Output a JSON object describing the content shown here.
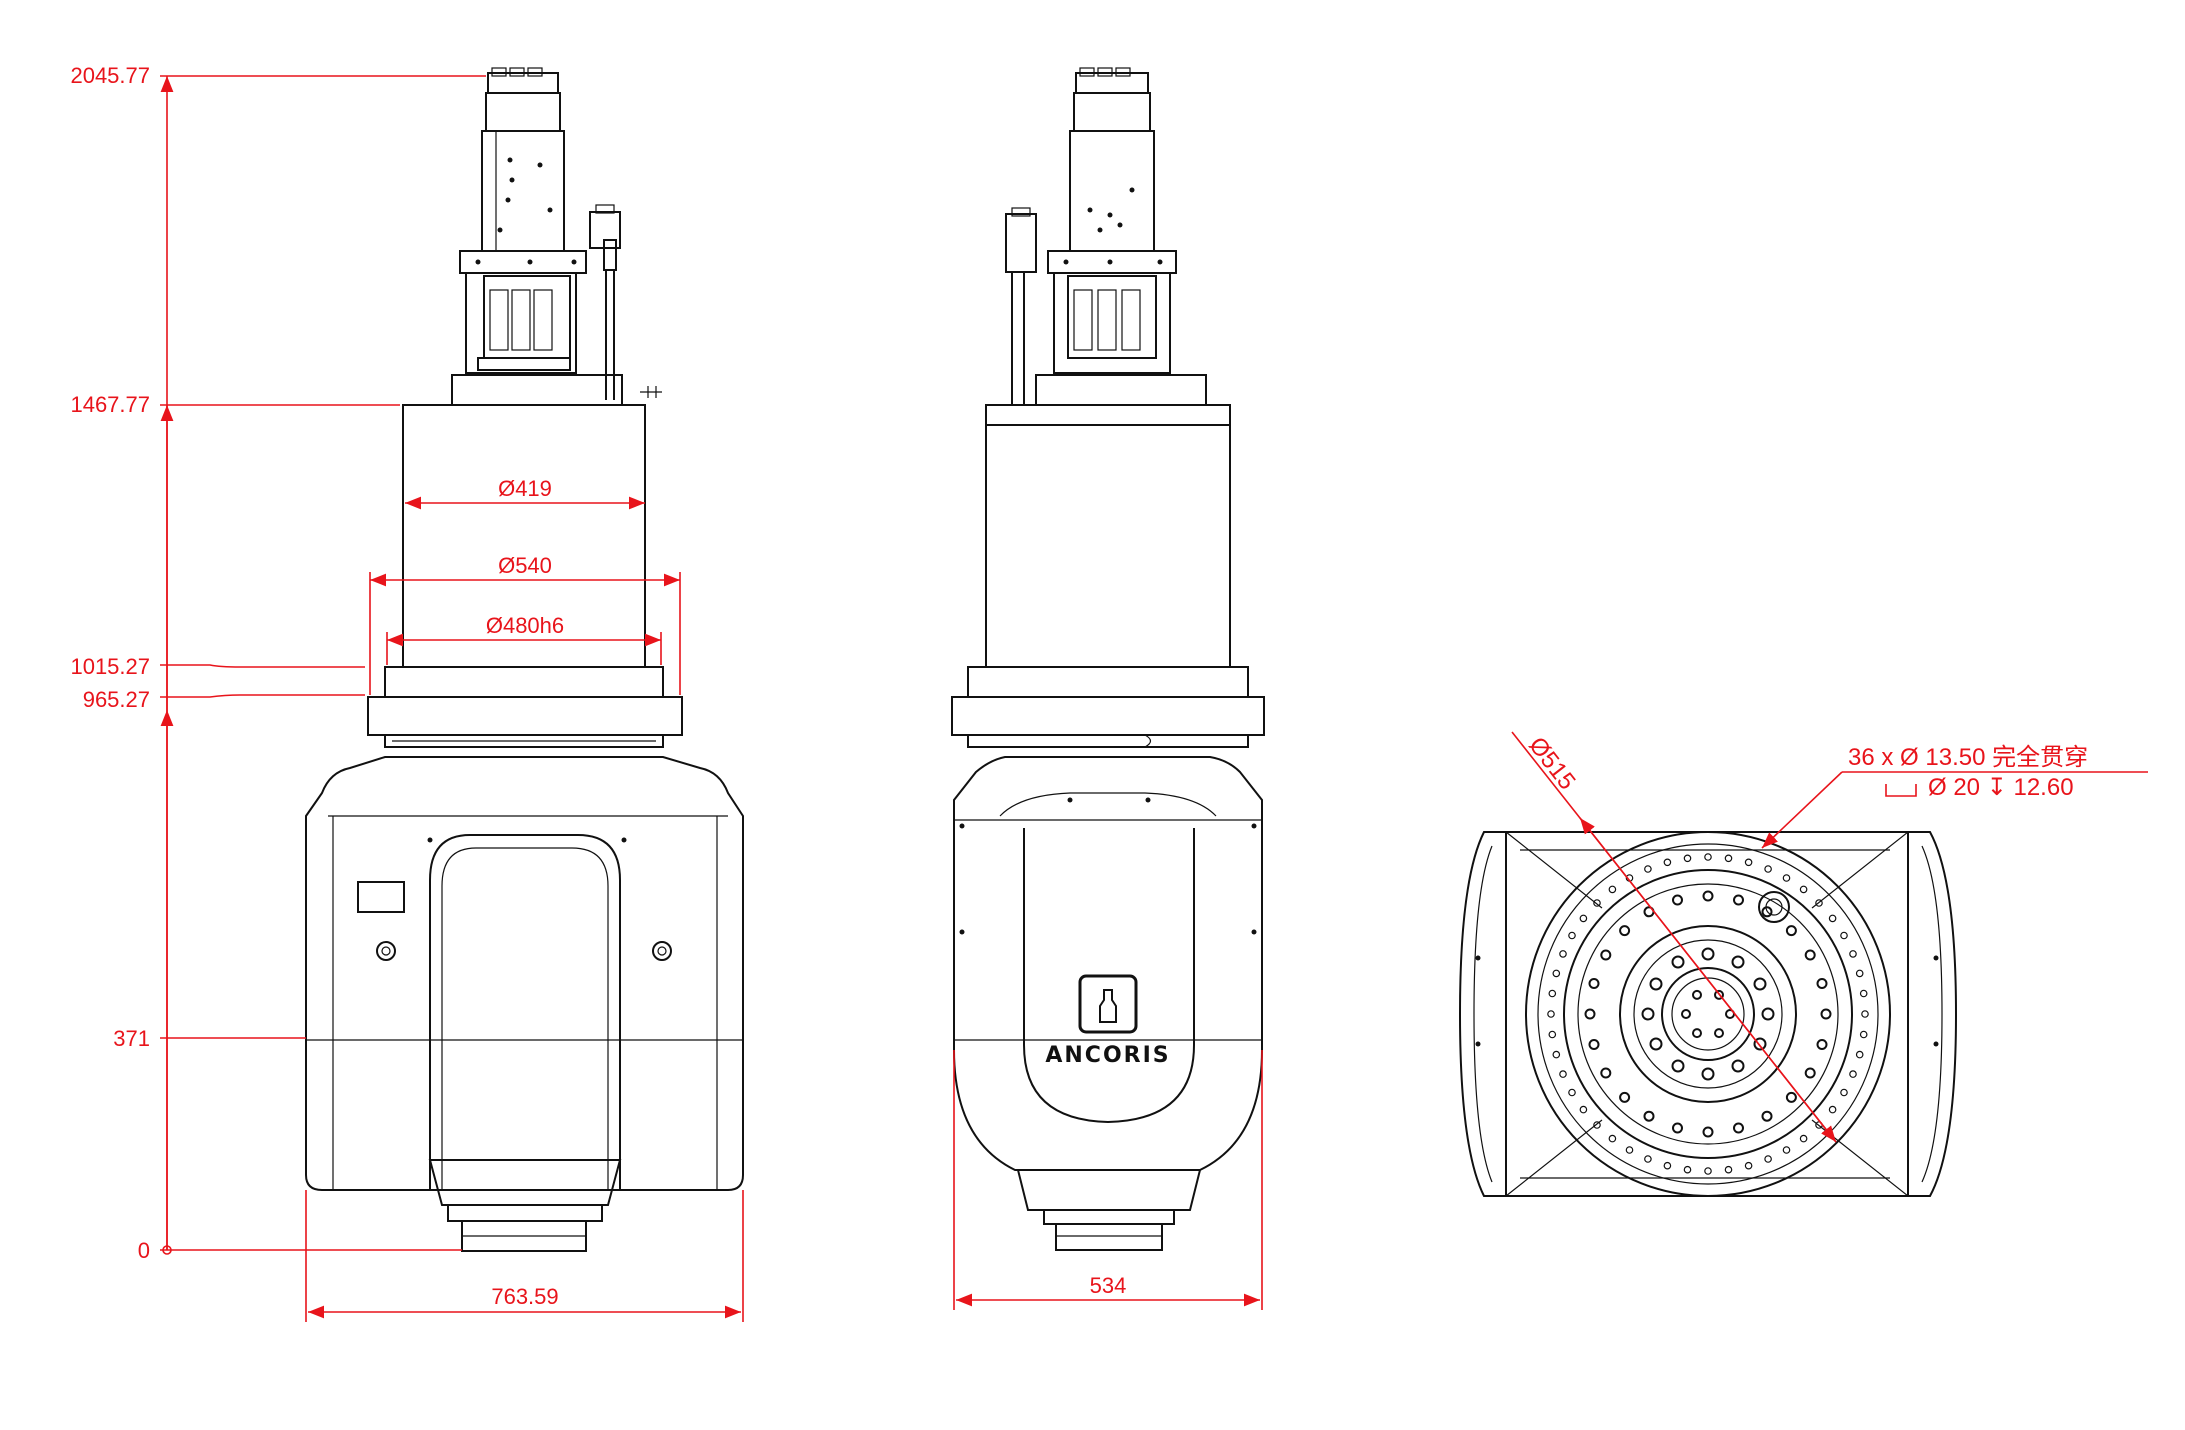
{
  "height_dimensions": [
    "2045.77",
    "1467.77",
    "1015.27",
    "965.27",
    "371",
    "0"
  ],
  "width_dimensions": {
    "front_width": "763.59",
    "side_width": "534"
  },
  "diameter_dimensions": {
    "d419": "Ø419",
    "d540": "Ø540",
    "d480": "Ø480h6",
    "d515": "Ø515"
  },
  "hole_callout": {
    "line1": "36 x  Ø  13.50 完全贯穿",
    "line2": "Ø  20  ↧  12.60"
  },
  "logo": {
    "brand": "ANCORIS"
  },
  "colors": {
    "dimension": "#e8141b",
    "outline": "#111111",
    "background": "#ffffff"
  }
}
